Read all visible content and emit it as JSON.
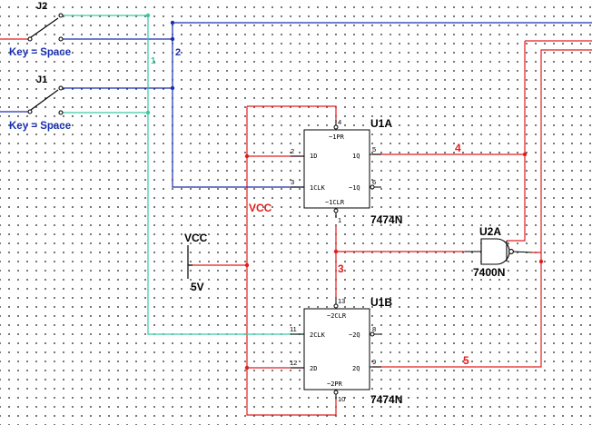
{
  "colors": {
    "red_wire": "#e21d1d",
    "blue_wire": "#1a2fb0",
    "teal_wire": "#39c9a4",
    "black": "#000000",
    "node_label": "#e21d1d",
    "key_label": "#1a2fb0"
  },
  "switches": {
    "j2": {
      "name": "J2",
      "key": "Key = Space"
    },
    "j1": {
      "name": "J1",
      "key": "Key = Space"
    }
  },
  "nets": {
    "n1": "1",
    "n2": "2",
    "n3": "3",
    "n4": "4",
    "n5": "5",
    "vcc_net": "VCC"
  },
  "source": {
    "name": "VCC",
    "value": "5V"
  },
  "u1a": {
    "ref": "U1A",
    "part": "7474N",
    "pins": {
      "pr": "~1PR",
      "d": "1D",
      "clk": "1CLK",
      "q": "1Q",
      "qn": "~1Q",
      "clr": "~1CLR",
      "pr_num": "4",
      "d_num": "2",
      "clk_num": "3",
      "q_num": "5",
      "qn_num": "6",
      "clr_num": "1"
    }
  },
  "u1b": {
    "ref": "U1B",
    "part": "7474N",
    "pins": {
      "clr": "~2CLR",
      "clk": "2CLK",
      "qn": "~2Q",
      "d": "2D",
      "q": "2Q",
      "pr": "~2PR",
      "clr_num": "13",
      "clk_num": "11",
      "qn_num": "8",
      "d_num": "12",
      "q_num": "9",
      "pr_num": "10"
    }
  },
  "u2a": {
    "ref": "U2A",
    "part": "7400N"
  }
}
